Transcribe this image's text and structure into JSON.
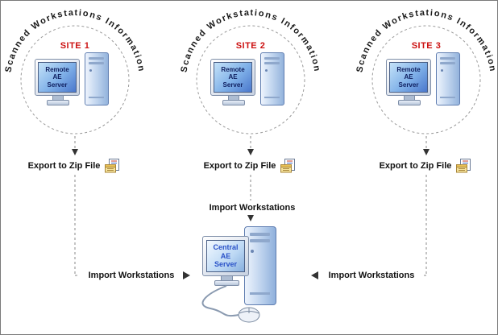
{
  "colors": {
    "site_label": "#cc1111",
    "remote_screen_text": "#102060",
    "central_screen_text": "#2a52c8",
    "connector_line": "#8a8a8a",
    "arrow": "#333333",
    "canvas_border": "#7a7a7a"
  },
  "sites": [
    {
      "arc_text": "Scanned Workstations Information",
      "site_label": "SITE 1",
      "screen": {
        "l1": "Remote",
        "l2": "AE",
        "l3": "Server"
      },
      "export_label": "Export to Zip File"
    },
    {
      "arc_text": "Scanned Workstations Information",
      "site_label": "SITE 2",
      "screen": {
        "l1": "Remote",
        "l2": "AE",
        "l3": "Server"
      },
      "export_label": "Export to Zip File"
    },
    {
      "arc_text": "Scanned Workstations Information",
      "site_label": "SITE 3",
      "screen": {
        "l1": "Remote",
        "l2": "AE",
        "l3": "Server"
      },
      "export_label": "Export to Zip File"
    }
  ],
  "imports": {
    "middle": "Import Workstations",
    "left": "Import Workstations",
    "right": "Import Workstations"
  },
  "central": {
    "screen": {
      "l1": "Central",
      "l2": "AE",
      "l3": "Server"
    }
  }
}
